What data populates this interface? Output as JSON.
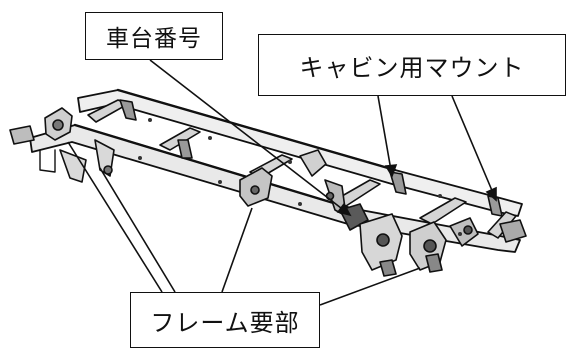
{
  "labels": {
    "vin": "車台番号",
    "cab_mount": "キャビン用マウント",
    "frame_main": "フレーム要部"
  },
  "colors": {
    "ink": "#111111",
    "frame_shade": "#3a3a3a",
    "background": "#ffffff"
  }
}
